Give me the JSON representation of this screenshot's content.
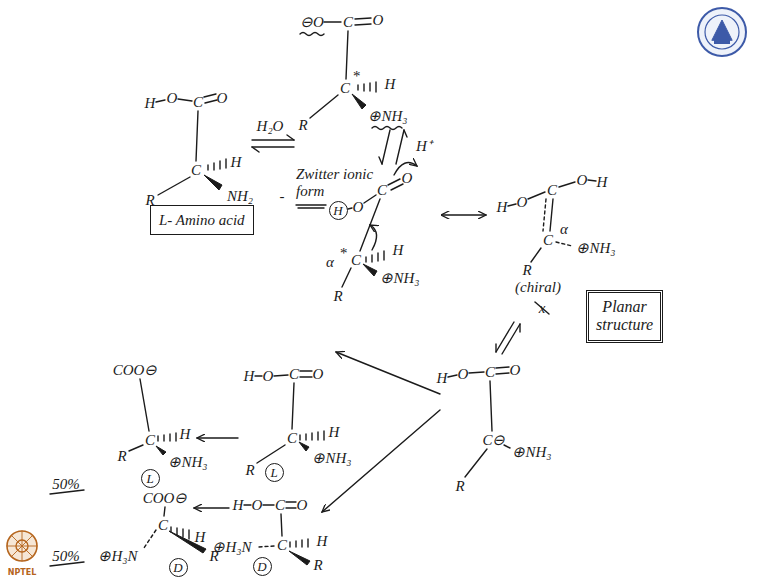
{
  "diagram": {
    "nodes": [
      {
        "text": [
          "L- Amino acid"
        ]
      },
      {
        "text": [
          "H"
        ]
      },
      {
        "text": [
          "Planar structure"
        ]
      },
      {
        "text": [
          "L"
        ]
      },
      {
        "text": [
          "L"
        ]
      },
      {
        "text": [
          "D"
        ]
      },
      {
        "text": [
          "D"
        ]
      }
    ],
    "labels": [
      "H",
      "O",
      "C",
      "O",
      "C",
      "H",
      "R",
      "NH₂",
      "H₂O",
      "⊖O",
      "C",
      "O",
      "C",
      "*",
      "H",
      "R",
      "⊕NH₃",
      "H⁺",
      "Zwitter ionic form",
      "-",
      "O",
      "C",
      "O",
      "α",
      "*",
      "C",
      "H",
      "R",
      "⊕NH₃",
      "H",
      "O",
      "C",
      "O",
      "H",
      "C",
      "α",
      "⊕NH₃",
      "R",
      "(chiral)",
      "x",
      "H",
      "O",
      "C",
      "O",
      "C⊖",
      "R",
      "⊕NH₃",
      "H",
      "O",
      "C",
      "O",
      "C",
      "H",
      "R",
      "⊕NH₃",
      "H",
      "O",
      "C",
      "O",
      "C",
      "⊕H₃N",
      "H",
      "R",
      "COO⊖",
      "C",
      "H",
      "R",
      "⊕NH₃",
      "50%",
      "COO⊖",
      "C",
      "H",
      "⊕H₃N",
      "R",
      "50%",
      "NPTEL"
    ]
  }
}
